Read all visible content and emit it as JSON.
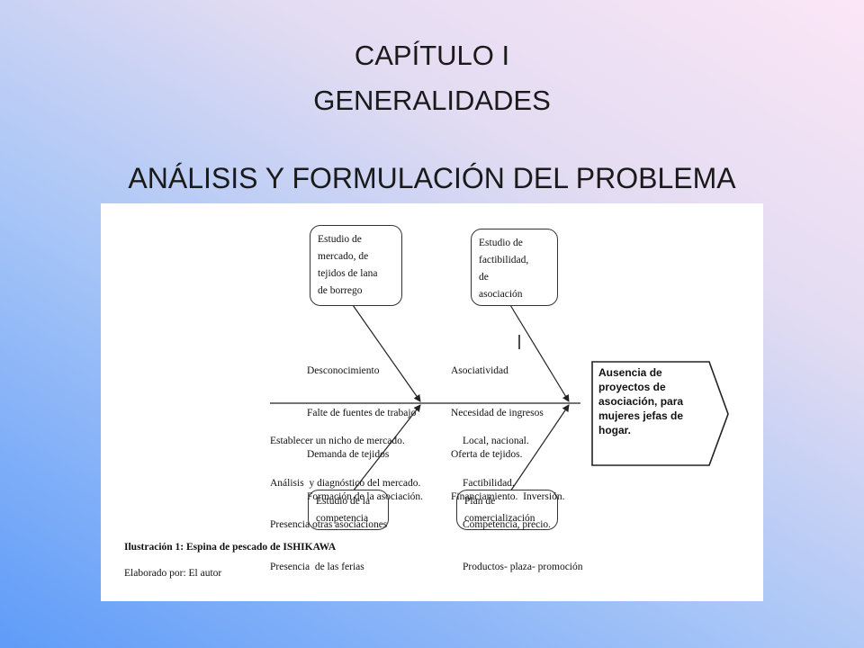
{
  "slide": {
    "title_line1": "CAPÍTULO I",
    "title_line2": "GENERALIDADES",
    "subtitle": "ANÁLISIS Y FORMULACIÓN DEL PROBLEMA"
  },
  "diagram": {
    "effect": "Ausencia de proyectos de asociación, para mujeres jefas de hogar.",
    "categories": {
      "top_left": [
        "Estudio de",
        "mercado, de",
        "tejidos de lana",
        "de borrego"
      ],
      "top_right": [
        "Estudio de",
        "factibilidad,",
        "de",
        "asociación"
      ],
      "bottom_left": [
        "Estudio de la",
        "competencia"
      ],
      "bottom_right": [
        "Plan de",
        "comercialización"
      ]
    },
    "causes": {
      "top_left": [
        "Desconocimiento",
        "Falte de fuentes de trabajo",
        "Demanda de tejidos",
        "Formación de la asociación."
      ],
      "top_right": [
        "Asociatividad",
        "Necesidad de ingresos",
        "Oferta de tejidos.",
        "Financiamiento.  Inversión."
      ],
      "bottom_left": [
        "Establecer un nicho de mercado.",
        "Análisis  y diagnóstico del mercado.",
        "Presencia otras asociaciones",
        "Presencia  de las ferias"
      ],
      "bottom_right": [
        "Local, nacional.",
        "Factibilidad.",
        "Competencia, precio.",
        "Productos- plaza- promoción"
      ]
    },
    "caption_title": "Ilustración 1: Espina de pescado de ISHIKAWA",
    "caption_author": "Elaborado por:  El autor"
  }
}
